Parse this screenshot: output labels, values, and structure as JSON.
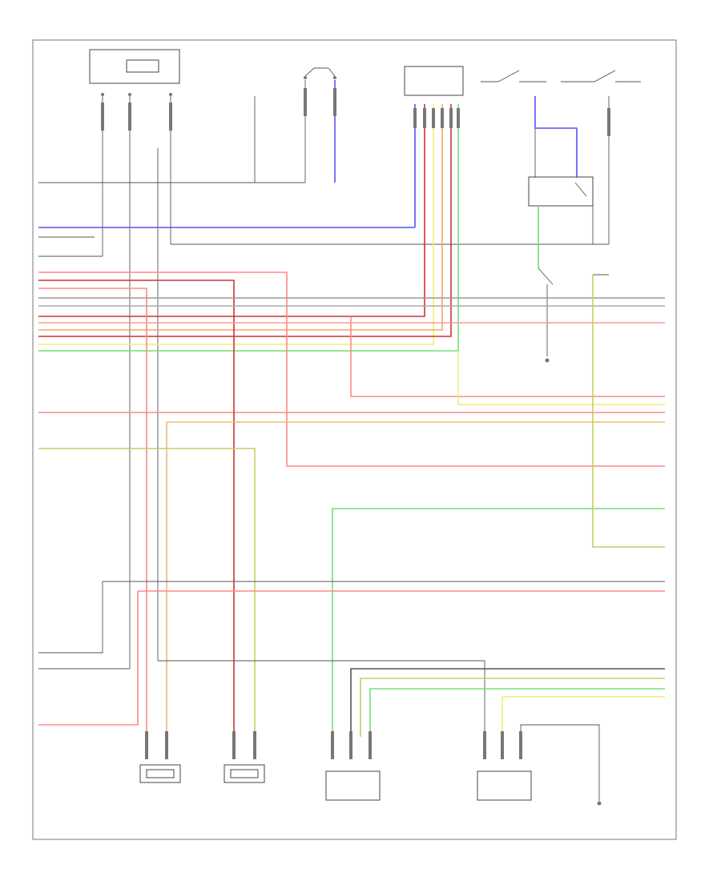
{
  "diagram": {
    "footer_code": "",
    "colors": {
      "red": "#ff8888",
      "blue": "#5555ee",
      "yellow": "#eeee77",
      "green": "#77dd77",
      "yellow_green": "#cccc66",
      "gray": "#999999",
      "dark": "#555555",
      "orange": "#eebb77",
      "dark_red": "#cc3333"
    },
    "components": [
      {
        "id": "pcm",
        "label": ""
      },
      {
        "id": "ignition",
        "label": ""
      },
      {
        "id": "multi_relay",
        "label": ""
      },
      {
        "id": "sw_left",
        "label": ""
      },
      {
        "id": "sw_right",
        "label": ""
      },
      {
        "id": "control_module",
        "label": ""
      },
      {
        "id": "s1",
        "label": ""
      },
      {
        "id": "s2",
        "label": ""
      },
      {
        "id": "s3",
        "label": ""
      },
      {
        "id": "s4",
        "label": ""
      },
      {
        "id": "ground_mid",
        "label": ""
      },
      {
        "id": "ground_right",
        "label": ""
      }
    ]
  }
}
